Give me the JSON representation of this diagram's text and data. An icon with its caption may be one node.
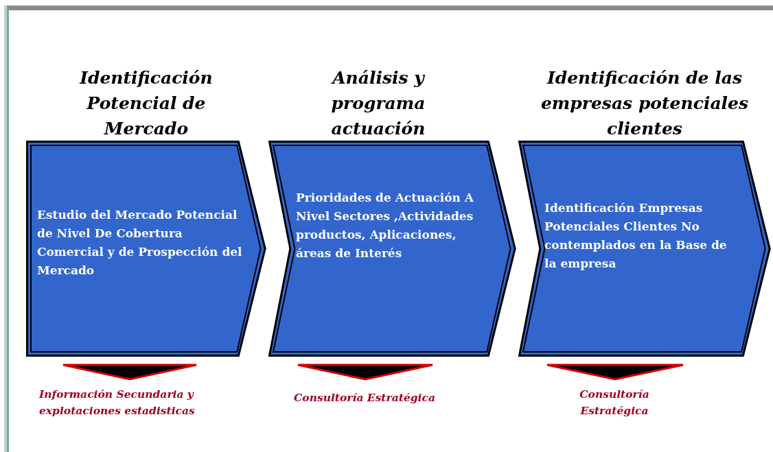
{
  "diagram": {
    "nodes": [
      {
        "text": [
          "Identificación Potencial de Mercado",
          "Estudio del Mercado Potencial de Nivel De Cobertura Comercial y de Prospección del Mercado"
        ]
      },
      {
        "text": [
          "Análisis y programa actuación",
          "Prioridades de Actuación A Nivel Sectores ,Actividades productos, Aplicaciones, áreas de Interés"
        ]
      },
      {
        "text": [
          "Identificación de las empresas potenciales clientes",
          "Identificación Empresas Potenciales Clientes No contemplados en la Base de la empresa"
        ]
      }
    ],
    "labels": [
      "Información Secundaria y explotaciones estadisticas",
      "Consultoría Estratégica",
      "Consultoría Estratégica"
    ]
  }
}
